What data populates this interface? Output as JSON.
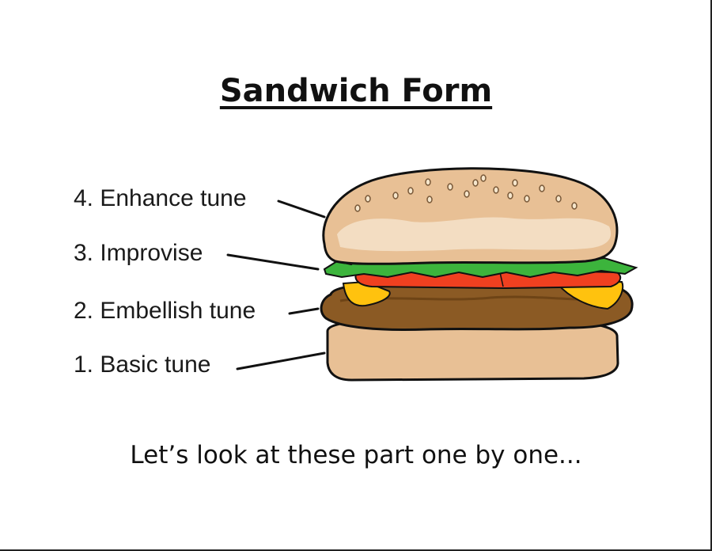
{
  "title": "Sandwich Form",
  "labels": [
    {
      "text": "4. Enhance tune"
    },
    {
      "text": "3. Improvise"
    },
    {
      "text": "2. Embellish tune"
    },
    {
      "text": "1. Basic tune"
    }
  ],
  "footer": "Let’s look at these part one by one...",
  "colors": {
    "bun": "#E8C095",
    "bun_highlight": "#F3DDC2",
    "lettuce": "#3CB43C",
    "tomato": "#F04020",
    "cheese": "#FFC20E",
    "patty": "#8B5A24",
    "outline": "#111111"
  }
}
